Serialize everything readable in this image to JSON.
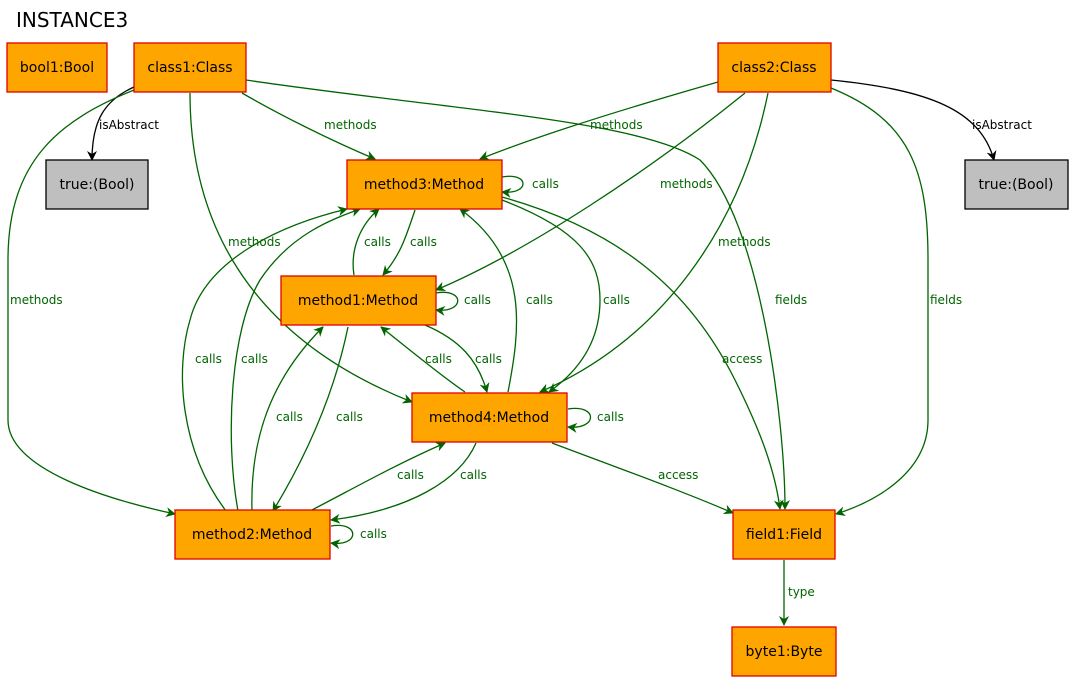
{
  "title": "INSTANCE3",
  "colors": {
    "object_fill": "#ffa500",
    "object_border": "#e00000",
    "value_fill": "#bfbfbf",
    "value_border": "#000000",
    "edge": "#006400",
    "attr_edge": "#000000"
  },
  "nodes": {
    "bool1": "bool1:Bool",
    "class1": "class1:Class",
    "class2": "class2:Class",
    "true1": "true:(Bool)",
    "true2": "true:(Bool)",
    "method3": "method3:Method",
    "method1": "method1:Method",
    "method4": "method4:Method",
    "method2": "method2:Method",
    "field1": "field1:Field",
    "byte1": "byte1:Byte"
  },
  "edges": [
    {
      "from": "class1",
      "to": "true1",
      "label": "isAbstract"
    },
    {
      "from": "class2",
      "to": "true2",
      "label": "isAbstract"
    },
    {
      "from": "class1",
      "to": "method3",
      "label": "methods"
    },
    {
      "from": "class1",
      "to": "method4",
      "label": "methods"
    },
    {
      "from": "class1",
      "to": "method2",
      "label": "methods"
    },
    {
      "from": "class1",
      "to": "field1",
      "label": "fields"
    },
    {
      "from": "class2",
      "to": "method3",
      "label": "methods"
    },
    {
      "from": "class2",
      "to": "method1",
      "label": "methods"
    },
    {
      "from": "class2",
      "to": "method4",
      "label": "methods"
    },
    {
      "from": "class2",
      "to": "field1",
      "label": "fields"
    },
    {
      "from": "method3",
      "to": "method3",
      "label": "calls"
    },
    {
      "from": "method3",
      "to": "method1",
      "label": "calls"
    },
    {
      "from": "method1",
      "to": "method3",
      "label": "calls"
    },
    {
      "from": "method1",
      "to": "method1",
      "label": "calls"
    },
    {
      "from": "method2",
      "to": "method3",
      "label": "calls"
    },
    {
      "from": "method2",
      "to": "method3",
      "label": "calls"
    },
    {
      "from": "method4",
      "to": "method3",
      "label": "calls"
    },
    {
      "from": "method3",
      "to": "method4",
      "label": "calls"
    },
    {
      "from": "method1",
      "to": "method4",
      "label": "calls"
    },
    {
      "from": "method4",
      "to": "method1",
      "label": "calls"
    },
    {
      "from": "method2",
      "to": "method1",
      "label": "calls"
    },
    {
      "from": "method1",
      "to": "method2",
      "label": "calls"
    },
    {
      "from": "method4",
      "to": "method4",
      "label": "calls"
    },
    {
      "from": "method2",
      "to": "method4",
      "label": "calls"
    },
    {
      "from": "method4",
      "to": "method2",
      "label": "calls"
    },
    {
      "from": "method2",
      "to": "method2",
      "label": "calls"
    },
    {
      "from": "method3",
      "to": "field1",
      "label": "access"
    },
    {
      "from": "method4",
      "to": "field1",
      "label": "access"
    },
    {
      "from": "field1",
      "to": "byte1",
      "label": "type"
    }
  ]
}
